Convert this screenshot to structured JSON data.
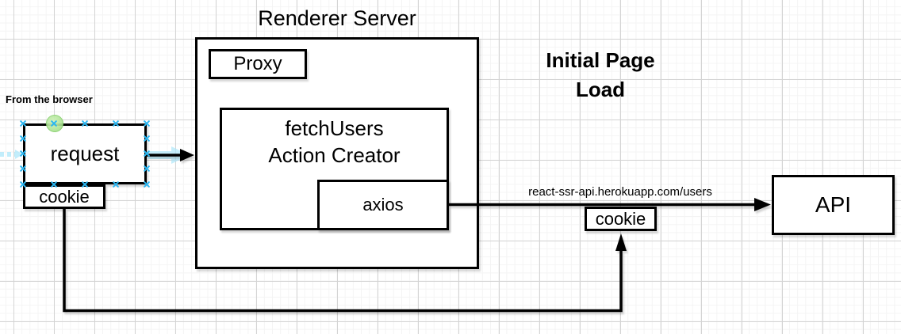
{
  "diagram": {
    "heading": "Initial Page Load",
    "server_group": {
      "label": "Renderer Server"
    },
    "nodes": {
      "proxy": "Proxy",
      "fetch_users_line1": "fetchUsers",
      "fetch_users_line2": "Action Creator",
      "axios": "axios",
      "request": "request",
      "request_cookie": "cookie",
      "api": "API",
      "transfer_cookie": "cookie"
    },
    "labels": {
      "from_browser": "From the browser",
      "api_url": "react-ssr-api.herokuapp.com/users"
    },
    "colors": {
      "stroke": "#000000",
      "node_fill": "#ffffff",
      "selection_handle": "#29b6f2",
      "selection_highlight": "#aee7fa",
      "connection_point_green": "#8cd86e",
      "grid_minor": "#f4f4f4",
      "grid_major": "#d4d4d4"
    }
  }
}
